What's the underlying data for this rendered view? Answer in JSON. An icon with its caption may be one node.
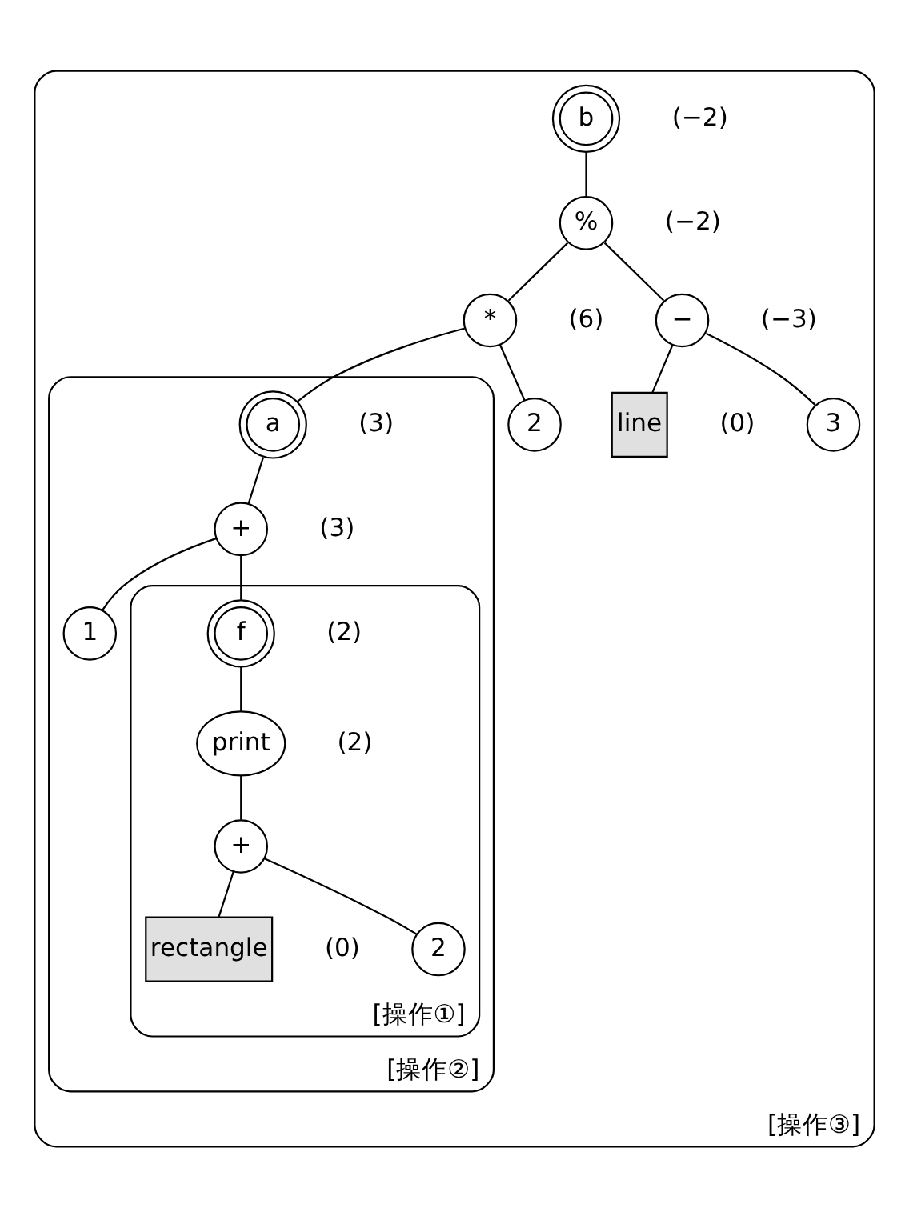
{
  "diagram": {
    "nodes": [
      {
        "text": [
          "[操作③]"
        ]
      },
      {
        "text": [
          "b"
        ],
        "beside": [
          "(−2)"
        ],
        "in": 0
      },
      {
        "text": [
          "%"
        ],
        "beside": [
          "(−2)"
        ],
        "in": 0
      },
      {
        "text": [
          "*"
        ],
        "beside": [
          "(6)"
        ],
        "in": 0
      },
      {
        "text": [
          "−"
        ],
        "beside": [
          "(−3)"
        ],
        "in": 0
      },
      {
        "text": [
          "[操作②]"
        ],
        "in": 0
      },
      {
        "text": [
          "a"
        ],
        "beside": [
          "(3)"
        ],
        "in": 5
      },
      {
        "text": [
          "2"
        ],
        "in": 0
      },
      {
        "text": [
          "line"
        ],
        "beside": [
          "(0)"
        ],
        "in": 0
      },
      {
        "text": [
          "3"
        ],
        "in": 0
      },
      {
        "text": [
          "+"
        ],
        "beside": [
          "(3)"
        ],
        "in": 5
      },
      {
        "text": [
          "1"
        ],
        "in": 5
      },
      {
        "text": [
          "[操作①]"
        ],
        "in": 5
      },
      {
        "text": [
          "f"
        ],
        "beside": [
          "(2)"
        ],
        "in": 12
      },
      {
        "text": [
          "print"
        ],
        "beside": [
          "(2)"
        ],
        "in": 12
      },
      {
        "text": [
          "+"
        ],
        "in": 12
      },
      {
        "text": [
          "rectangle"
        ],
        "beside": [
          "(0)"
        ],
        "in": 12
      },
      {
        "text": [
          "2"
        ],
        "in": 12
      }
    ],
    "edges": [
      {
        "from": 1,
        "to": 2,
        "arrow": "none"
      },
      {
        "from": 2,
        "to": 3,
        "arrow": "none"
      },
      {
        "from": 2,
        "to": 4,
        "arrow": "none"
      },
      {
        "from": 3,
        "to": 6,
        "arrow": "none"
      },
      {
        "from": 3,
        "to": 7,
        "arrow": "none"
      },
      {
        "from": 4,
        "to": 8,
        "arrow": "none"
      },
      {
        "from": 4,
        "to": 9,
        "arrow": "none"
      },
      {
        "from": 6,
        "to": 10,
        "arrow": "none"
      },
      {
        "from": 10,
        "to": 11,
        "arrow": "none"
      },
      {
        "from": 10,
        "to": 13,
        "arrow": "none"
      },
      {
        "from": 13,
        "to": 14,
        "arrow": "none"
      },
      {
        "from": 14,
        "to": 15,
        "arrow": "none"
      },
      {
        "from": 15,
        "to": 16,
        "arrow": "none"
      },
      {
        "from": 15,
        "to": 17,
        "arrow": "none"
      }
    ]
  }
}
